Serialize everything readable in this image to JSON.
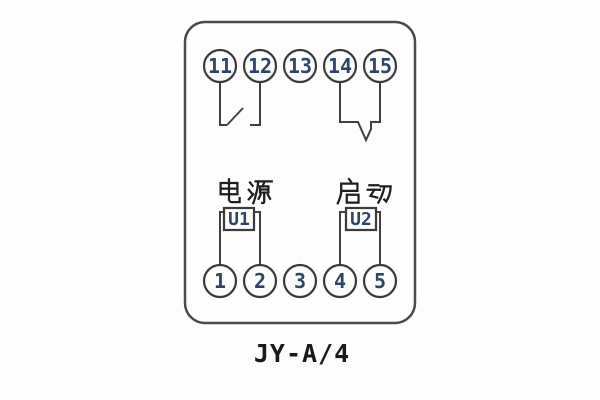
{
  "caption": "JY-A/4",
  "relay": {
    "top_terminals": [
      "11",
      "12",
      "13",
      "14",
      "15"
    ],
    "bottom_terminals": [
      "1",
      "2",
      "3",
      "4",
      "5"
    ],
    "contacts": [
      {
        "between": "11-12"
      },
      {
        "between": "14-15"
      }
    ],
    "power": {
      "label": "电源",
      "designator": "U1",
      "terminals": "1-2"
    },
    "start": {
      "label": "启动",
      "designator": "U2",
      "terminals": "4-5"
    }
  },
  "colors": {
    "background": "#fdfdfd",
    "line": "#414141",
    "outline": "#4b4b4b",
    "digit": "#2f4468",
    "label": "#1f1f1f"
  }
}
